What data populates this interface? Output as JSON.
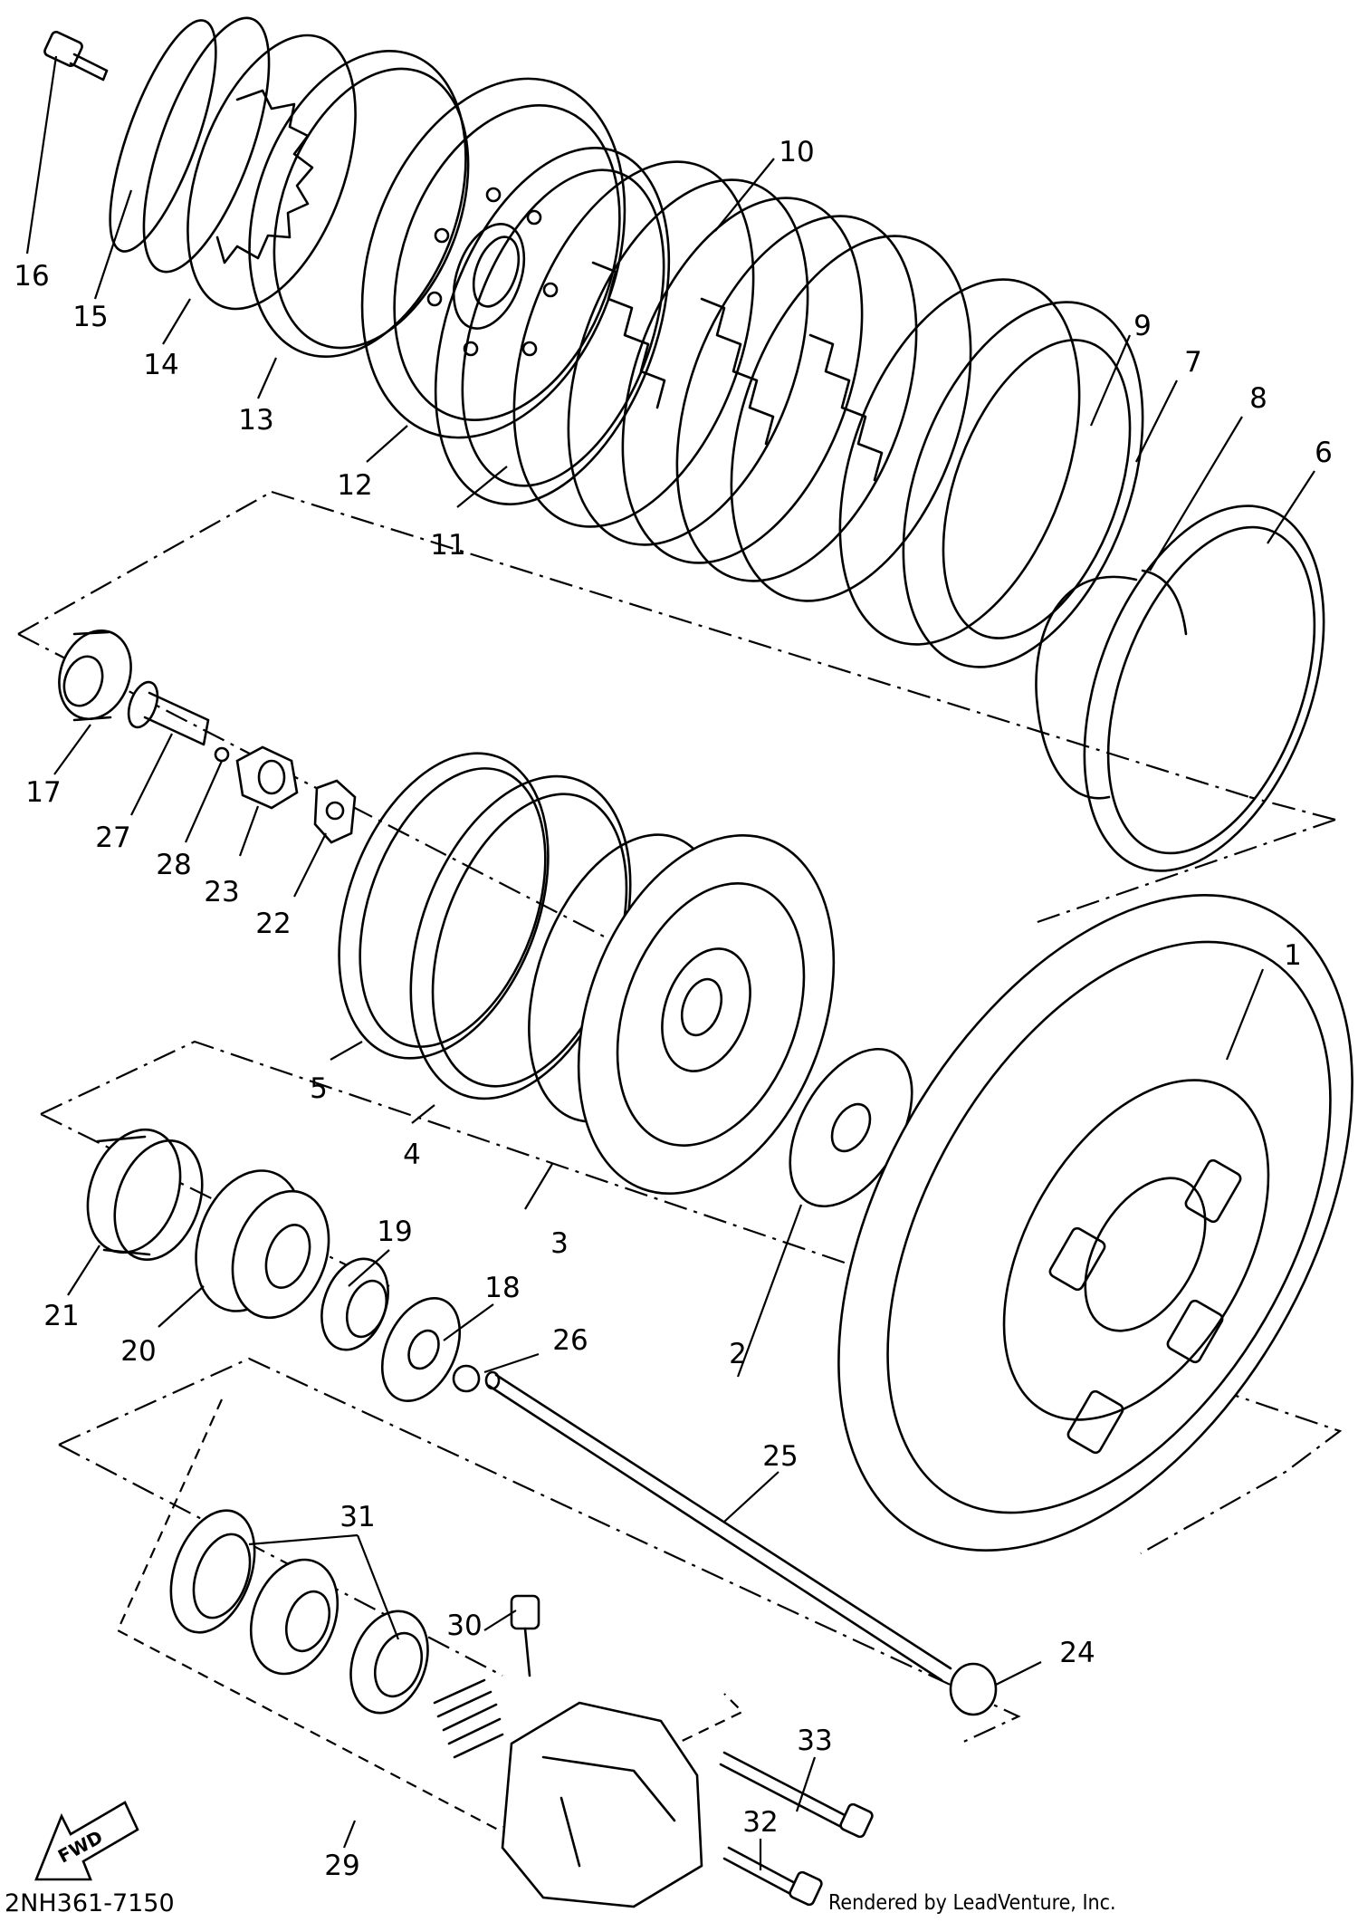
{
  "drawing_code": "2NH361-7150",
  "credit": "Rendered by LeadVenture, Inc.",
  "fwd_label": "FWD",
  "callouts": [
    {
      "n": "1"
    },
    {
      "n": "2"
    },
    {
      "n": "3"
    },
    {
      "n": "4"
    },
    {
      "n": "5"
    },
    {
      "n": "6"
    },
    {
      "n": "7"
    },
    {
      "n": "8"
    },
    {
      "n": "9"
    },
    {
      "n": "10"
    },
    {
      "n": "11"
    },
    {
      "n": "12"
    },
    {
      "n": "13"
    },
    {
      "n": "14"
    },
    {
      "n": "15"
    },
    {
      "n": "16"
    },
    {
      "n": "17"
    },
    {
      "n": "18"
    },
    {
      "n": "19"
    },
    {
      "n": "20"
    },
    {
      "n": "21"
    },
    {
      "n": "22"
    },
    {
      "n": "23"
    },
    {
      "n": "24"
    },
    {
      "n": "25"
    },
    {
      "n": "26"
    },
    {
      "n": "27"
    },
    {
      "n": "28"
    },
    {
      "n": "29"
    },
    {
      "n": "30"
    },
    {
      "n": "31"
    },
    {
      "n": "32"
    },
    {
      "n": "33"
    }
  ]
}
